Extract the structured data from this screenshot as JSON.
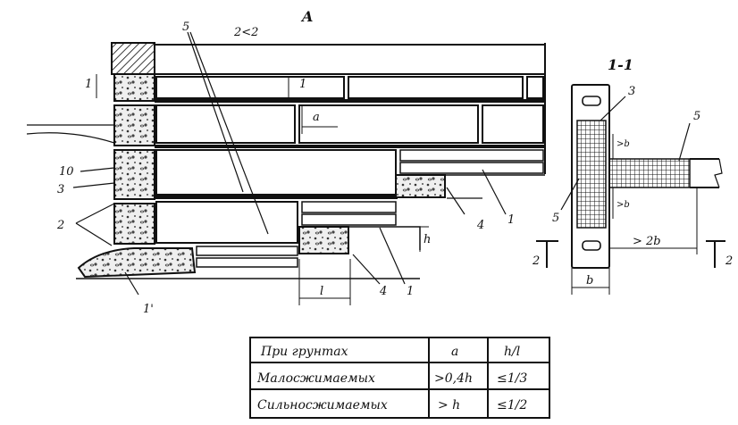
{
  "diagram": {
    "view_label": "A",
    "section_label": "1-1",
    "dimension_top": "2<2",
    "callouts": {
      "c1_top": "1",
      "c1_mid": "1",
      "c1_bottom_a": "1",
      "c1_bottom_b": "1",
      "c2_left": "2",
      "c2_sec_left": "2",
      "c2_sec_right": "2",
      "c3_left": "3",
      "c3_sec": "3",
      "c4_a": "4",
      "c4_b": "4",
      "c5_top": "5",
      "c5_sec_left": "5",
      "c5_sec_right": "5",
      "c10": "10",
      "c_footing": "1'"
    },
    "dims": {
      "a": "a",
      "h": "h",
      "l": "l",
      "b": "b",
      "ge_b_top": ">b",
      "ge_b_bottom": ">b",
      "ge_2b": "> 2b"
    }
  },
  "table": {
    "headers": [
      "При грунтах",
      "a",
      "h/l"
    ],
    "rows": [
      [
        "Малосжимаемых",
        ">0,4h",
        "≤1/3"
      ],
      [
        "Сильносжимаемых",
        "> h",
        "≤1/2"
      ]
    ]
  }
}
